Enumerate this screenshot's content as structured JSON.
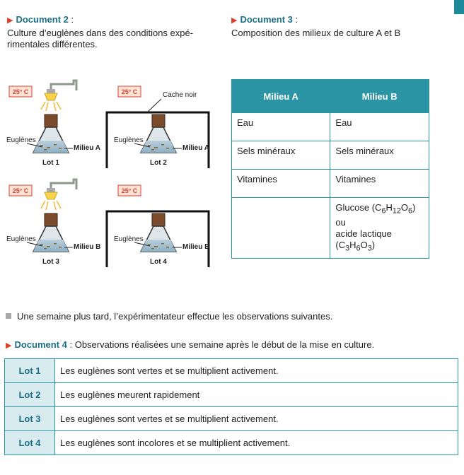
{
  "doc2": {
    "label": "Document 2",
    "colon": " :",
    "desc_line1": "Culture d’euglènes dans des conditions expé-",
    "desc_line2": "rimentales différentes."
  },
  "doc3": {
    "label": "Document 3",
    "colon": " :",
    "desc": "Composition des milieux de culture A et B",
    "headers": [
      "Milieu A",
      "Milieu B"
    ],
    "rows": [
      [
        "Eau",
        "Eau"
      ],
      [
        "Sels minéraux",
        "Sels minéraux"
      ],
      [
        "Vitamines",
        "Vitamines"
      ]
    ],
    "last_row_b": {
      "glucose": "Glucose (C",
      "g_sub1": "6",
      "g_h": "H",
      "g_sub2": "12",
      "g_o": "O",
      "g_sub3": "6",
      "g_close": ")",
      "ou": "ou",
      "lactic": "acide lactique",
      "l_open": "(C",
      "l_sub1": "3",
      "l_h": "H",
      "l_sub2": "6",
      "l_o": "O",
      "l_sub3": "3",
      "l_close": ")"
    }
  },
  "figures": {
    "temp": "25° C",
    "cache_noir": "Cache noir",
    "euglenes": "Euglènes",
    "milieu_a": "Milieu A",
    "milieu_b": "Milieu B",
    "lot1": "Lot 1",
    "lot2": "Lot 2",
    "lot3": "Lot 3",
    "lot4": "Lot 4"
  },
  "observation_intro": "Une semaine plus tard, l’expérimentateur effectue les observations suivantes.",
  "doc4": {
    "label": "Document 4",
    "desc": " : Observations réalisées une semaine après le début de la mise en culture.",
    "rows": [
      {
        "lot": "Lot 1",
        "text": "Les euglènes sont vertes et se multiplient activement."
      },
      {
        "lot": "Lot 2",
        "text": "Les euglènes meurent rapidement"
      },
      {
        "lot": "Lot 3",
        "text": "Les euglènes sont vertes et se multiplient activement."
      },
      {
        "lot": "Lot 4",
        "text": "Les euglènes sont incolores et se multiplient activement."
      }
    ]
  },
  "colors": {
    "accent": "#1d8a99",
    "header": "#2b95a5",
    "marker": "#d9412a"
  }
}
